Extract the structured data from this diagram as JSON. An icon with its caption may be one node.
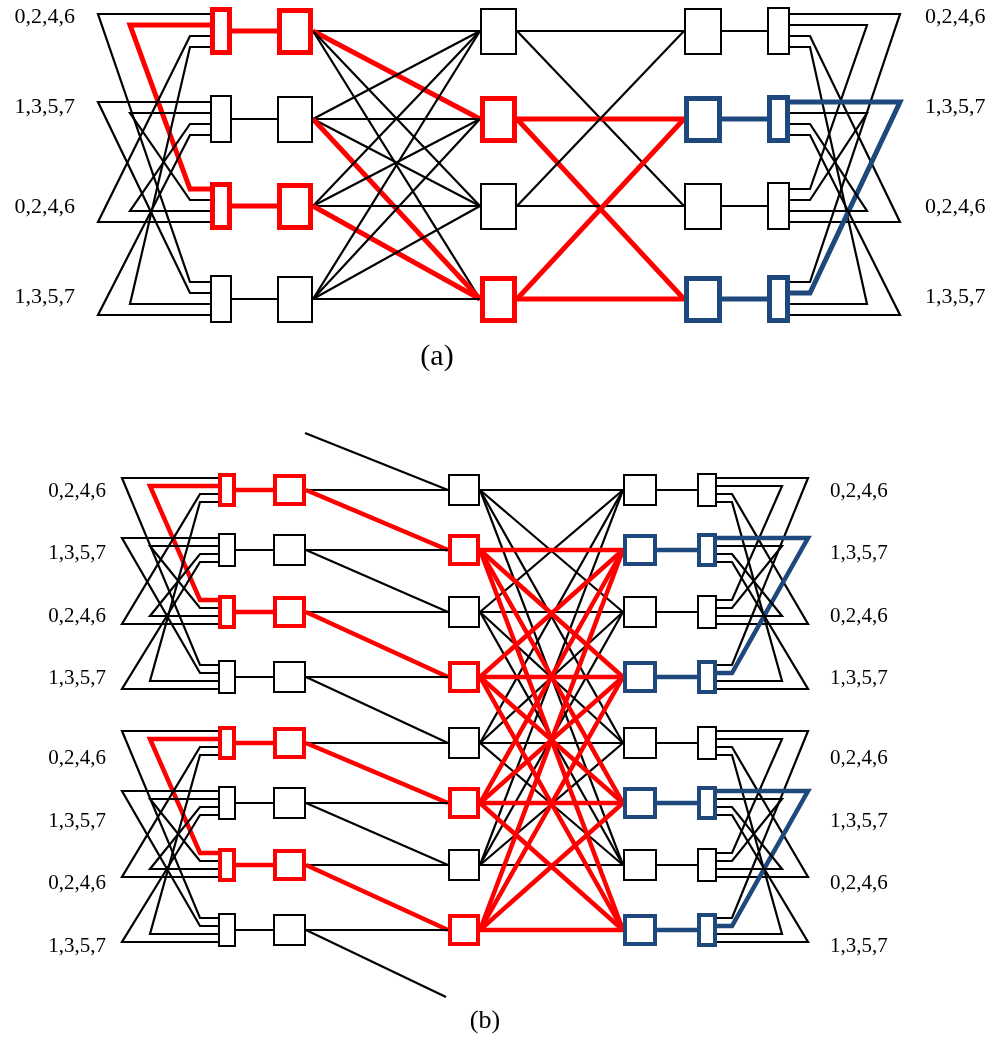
{
  "diagram": {
    "nodes": [
      {
        "text": [],
        "shape": "box"
      },
      {
        "text": [],
        "shape": "box"
      },
      {
        "text": [],
        "shape": "box"
      },
      {
        "text": [],
        "shape": "box"
      },
      {
        "text": [],
        "shape": "box"
      },
      {
        "text": [],
        "shape": "box"
      },
      {
        "text": [],
        "shape": "box"
      },
      {
        "text": [],
        "shape": "box"
      },
      {
        "text": [],
        "shape": "box"
      },
      {
        "text": [],
        "shape": "box"
      },
      {
        "text": [],
        "shape": "box"
      },
      {
        "text": [],
        "shape": "box"
      },
      {
        "text": [],
        "shape": "box"
      },
      {
        "text": [],
        "shape": "box"
      },
      {
        "text": [],
        "shape": "box"
      },
      {
        "text": [],
        "shape": "box"
      },
      {
        "text": [],
        "shape": "box"
      },
      {
        "text": [],
        "shape": "box"
      },
      {
        "text": [],
        "shape": "box"
      },
      {
        "text": [],
        "shape": "box"
      },
      {
        "text": [],
        "shape": "box"
      },
      {
        "text": [],
        "shape": "box"
      },
      {
        "text": [],
        "shape": "box"
      },
      {
        "text": [],
        "shape": "box"
      },
      {
        "text": [],
        "shape": "box"
      },
      {
        "text": [],
        "shape": "box"
      },
      {
        "text": [],
        "shape": "box"
      },
      {
        "text": [],
        "shape": "box"
      },
      {
        "text": [],
        "shape": "box"
      },
      {
        "text": [],
        "shape": "box"
      },
      {
        "text": [],
        "shape": "box"
      },
      {
        "text": [],
        "shape": "box"
      },
      {
        "text": [],
        "shape": "box"
      },
      {
        "text": [],
        "shape": "box"
      },
      {
        "text": [],
        "shape": "box"
      },
      {
        "text": [],
        "shape": "box"
      },
      {
        "text": [],
        "shape": "box"
      },
      {
        "text": [],
        "shape": "box"
      },
      {
        "text": [],
        "shape": "box"
      },
      {
        "text": [],
        "shape": "box"
      },
      {
        "text": [],
        "shape": "box"
      },
      {
        "text": [],
        "shape": "box"
      },
      {
        "text": [],
        "shape": "box"
      },
      {
        "text": [],
        "shape": "box"
      },
      {
        "text": [],
        "shape": "box"
      },
      {
        "text": [],
        "shape": "box"
      },
      {
        "text": [],
        "shape": "box"
      },
      {
        "text": [],
        "shape": "box"
      },
      {
        "text": [],
        "shape": "box"
      },
      {
        "text": [],
        "shape": "box"
      },
      {
        "text": [],
        "shape": "box"
      },
      {
        "text": [],
        "shape": "box"
      },
      {
        "text": [],
        "shape": "box"
      },
      {
        "text": [],
        "shape": "box"
      },
      {
        "text": [],
        "shape": "box"
      },
      {
        "text": [],
        "shape": "box"
      },
      {
        "text": [],
        "shape": "box"
      },
      {
        "text": [],
        "shape": "box"
      },
      {
        "text": [],
        "shape": "box"
      },
      {
        "text": [],
        "shape": "box"
      }
    ],
    "edges": [
      {
        "from": 0,
        "to": 4,
        "arrow": "none",
        "style": "thick",
        "color": "#ff0000"
      },
      {
        "from": 1,
        "to": 5,
        "arrow": "none"
      },
      {
        "from": 2,
        "to": 6,
        "arrow": "none",
        "style": "thick",
        "color": "#ff0000"
      },
      {
        "from": 3,
        "to": 7,
        "arrow": "none"
      },
      {
        "from": 4,
        "to": 8,
        "arrow": "none"
      },
      {
        "from": 4,
        "to": 9,
        "arrow": "none",
        "style": "thick",
        "color": "#ff0000"
      },
      {
        "from": 4,
        "to": 10,
        "arrow": "none"
      },
      {
        "from": 4,
        "to": 11,
        "arrow": "none"
      },
      {
        "from": 5,
        "to": 8,
        "arrow": "none"
      },
      {
        "from": 5,
        "to": 9,
        "arrow": "none"
      },
      {
        "from": 5,
        "to": 10,
        "arrow": "none"
      },
      {
        "from": 5,
        "to": 11,
        "arrow": "none",
        "style": "thick",
        "color": "#ff0000"
      },
      {
        "from": 6,
        "to": 8,
        "arrow": "none"
      },
      {
        "from": 6,
        "to": 9,
        "arrow": "none"
      },
      {
        "from": 6,
        "to": 10,
        "arrow": "none"
      },
      {
        "from": 6,
        "to": 11,
        "arrow": "none",
        "style": "thick",
        "color": "#ff0000"
      },
      {
        "from": 7,
        "to": 8,
        "arrow": "none"
      },
      {
        "from": 7,
        "to": 9,
        "arrow": "none"
      },
      {
        "from": 7,
        "to": 10,
        "arrow": "none"
      },
      {
        "from": 7,
        "to": 11,
        "arrow": "none"
      },
      {
        "from": 8,
        "to": 12,
        "arrow": "none"
      },
      {
        "from": 8,
        "to": 14,
        "arrow": "none"
      },
      {
        "from": 9,
        "to": 13,
        "arrow": "none",
        "style": "thick",
        "color": "#ff0000"
      },
      {
        "from": 9,
        "to": 15,
        "arrow": "none",
        "style": "thick",
        "color": "#ff0000"
      },
      {
        "from": 10,
        "to": 12,
        "arrow": "none"
      },
      {
        "from": 10,
        "to": 14,
        "arrow": "none"
      },
      {
        "from": 11,
        "to": 13,
        "arrow": "none",
        "style": "thick",
        "color": "#ff0000"
      },
      {
        "from": 11,
        "to": 15,
        "arrow": "none",
        "style": "thick",
        "color": "#ff0000"
      },
      {
        "from": 12,
        "to": 16,
        "arrow": "none"
      },
      {
        "from": 13,
        "to": 17,
        "arrow": "none",
        "style": "thick",
        "color": "#1f497d"
      },
      {
        "from": 14,
        "to": 18,
        "arrow": "none"
      },
      {
        "from": 15,
        "to": 19,
        "arrow": "none",
        "style": "thick",
        "color": "#1f497d"
      },
      {
        "from": 0,
        "to": 3,
        "arrow": "none"
      },
      {
        "from": 0,
        "to": 2,
        "arrow": "none",
        "style": "thick",
        "color": "#ff0000"
      },
      {
        "from": 0,
        "to": 2,
        "arrow": "none"
      },
      {
        "from": 0,
        "to": 3,
        "arrow": "none"
      },
      {
        "from": 1,
        "to": 3,
        "arrow": "none"
      },
      {
        "from": 1,
        "to": 2,
        "arrow": "none"
      },
      {
        "from": 1,
        "to": 2,
        "arrow": "none"
      },
      {
        "from": 1,
        "to": 3,
        "arrow": "none"
      },
      {
        "from": 16,
        "to": 19,
        "arrow": "none"
      },
      {
        "from": 16,
        "to": 18,
        "arrow": "none"
      },
      {
        "from": 16,
        "to": 18,
        "arrow": "none"
      },
      {
        "from": 16,
        "to": 19,
        "arrow": "none"
      },
      {
        "from": 17,
        "to": 19,
        "arrow": "none",
        "style": "thick",
        "color": "#1f497d"
      },
      {
        "from": 17,
        "to": 18,
        "arrow": "none"
      },
      {
        "from": 17,
        "to": 18,
        "arrow": "none"
      },
      {
        "from": 17,
        "to": 19,
        "arrow": "none"
      },
      {
        "from": 20,
        "to": 28,
        "arrow": "none",
        "style": "thick",
        "color": "#ff0000"
      },
      {
        "from": 21,
        "to": 29,
        "arrow": "none"
      },
      {
        "from": 22,
        "to": 30,
        "arrow": "none",
        "style": "thick",
        "color": "#ff0000"
      },
      {
        "from": 23,
        "to": 31,
        "arrow": "none"
      },
      {
        "from": 24,
        "to": 32,
        "arrow": "none",
        "style": "thick",
        "color": "#ff0000"
      },
      {
        "from": 25,
        "to": 33,
        "arrow": "none"
      },
      {
        "from": 26,
        "to": 34,
        "arrow": "none",
        "style": "thick",
        "color": "#ff0000"
      },
      {
        "from": 27,
        "to": 35,
        "arrow": "none"
      },
      {
        "from": null,
        "to": 36,
        "arrow": "none"
      },
      {
        "from": 28,
        "to": 36,
        "arrow": "none"
      },
      {
        "from": 28,
        "to": 37,
        "arrow": "none",
        "style": "thick",
        "color": "#ff0000"
      },
      {
        "from": 29,
        "to": 37,
        "arrow": "none"
      },
      {
        "from": 29,
        "to": 38,
        "arrow": "none"
      },
      {
        "from": 30,
        "to": 38,
        "arrow": "none"
      },
      {
        "from": 30,
        "to": 39,
        "arrow": "none",
        "style": "thick",
        "color": "#ff0000"
      },
      {
        "from": 31,
        "to": 39,
        "arrow": "none"
      },
      {
        "from": 31,
        "to": 40,
        "arrow": "none"
      },
      {
        "from": 32,
        "to": 40,
        "arrow": "none"
      },
      {
        "from": 32,
        "to": 41,
        "arrow": "none",
        "style": "thick",
        "color": "#ff0000"
      },
      {
        "from": 33,
        "to": 41,
        "arrow": "none"
      },
      {
        "from": 33,
        "to": 42,
        "arrow": "none"
      },
      {
        "from": 34,
        "to": 42,
        "arrow": "none"
      },
      {
        "from": 34,
        "to": 43,
        "arrow": "none",
        "style": "thick",
        "color": "#ff0000"
      },
      {
        "from": 35,
        "to": 43,
        "arrow": "none"
      },
      {
        "from": 35,
        "to": null,
        "arrow": "none"
      },
      {
        "from": 36,
        "to": 44,
        "arrow": "none"
      },
      {
        "from": 36,
        "to": 46,
        "arrow": "none"
      },
      {
        "from": 36,
        "to": 48,
        "arrow": "none"
      },
      {
        "from": 36,
        "to": 50,
        "arrow": "none"
      },
      {
        "from": 38,
        "to": 44,
        "arrow": "none"
      },
      {
        "from": 38,
        "to": 46,
        "arrow": "none"
      },
      {
        "from": 38,
        "to": 48,
        "arrow": "none"
      },
      {
        "from": 38,
        "to": 50,
        "arrow": "none"
      },
      {
        "from": 40,
        "to": 44,
        "arrow": "none"
      },
      {
        "from": 40,
        "to": 46,
        "arrow": "none"
      },
      {
        "from": 40,
        "to": 48,
        "arrow": "none"
      },
      {
        "from": 40,
        "to": 50,
        "arrow": "none"
      },
      {
        "from": 42,
        "to": 44,
        "arrow": "none"
      },
      {
        "from": 42,
        "to": 46,
        "arrow": "none"
      },
      {
        "from": 42,
        "to": 48,
        "arrow": "none"
      },
      {
        "from": 42,
        "to": 50,
        "arrow": "none"
      },
      {
        "from": 37,
        "to": 45,
        "arrow": "none",
        "style": "thick",
        "color": "#ff0000"
      },
      {
        "from": 37,
        "to": 47,
        "arrow": "none",
        "style": "thick",
        "color": "#ff0000"
      },
      {
        "from": 37,
        "to": 49,
        "arrow": "none",
        "style": "thick",
        "color": "#ff0000"
      },
      {
        "from": 37,
        "to": 51,
        "arrow": "none",
        "style": "thick",
        "color": "#ff0000"
      },
      {
        "from": 39,
        "to": 45,
        "arrow": "none",
        "style": "thick",
        "color": "#ff0000"
      },
      {
        "from": 39,
        "to": 47,
        "arrow": "none",
        "style": "thick",
        "color": "#ff0000"
      },
      {
        "from": 39,
        "to": 49,
        "arrow": "none",
        "style": "thick",
        "color": "#ff0000"
      },
      {
        "from": 39,
        "to": 51,
        "arrow": "none",
        "style": "thick",
        "color": "#ff0000"
      },
      {
        "from": 41,
        "to": 45,
        "arrow": "none",
        "style": "thick",
        "color": "#ff0000"
      },
      {
        "from": 41,
        "to": 47,
        "arrow": "none",
        "style": "thick",
        "color": "#ff0000"
      },
      {
        "from": 41,
        "to": 49,
        "arrow": "none",
        "style": "thick",
        "color": "#ff0000"
      },
      {
        "from": 41,
        "to": 51,
        "arrow": "none",
        "style": "thick",
        "color": "#ff0000"
      },
      {
        "from": 43,
        "to": 45,
        "arrow": "none",
        "style": "thick",
        "color": "#ff0000"
      },
      {
        "from": 43,
        "to": 47,
        "arrow": "none",
        "style": "thick",
        "color": "#ff0000"
      },
      {
        "from": 43,
        "to": 49,
        "arrow": "none",
        "style": "thick",
        "color": "#ff0000"
      },
      {
        "from": 43,
        "to": 51,
        "arrow": "none",
        "style": "thick",
        "color": "#ff0000"
      },
      {
        "from": 44,
        "to": 52,
        "arrow": "none"
      },
      {
        "from": 45,
        "to": 53,
        "arrow": "none",
        "style": "thick",
        "color": "#1f497d"
      },
      {
        "from": 46,
        "to": 54,
        "arrow": "none"
      },
      {
        "from": 47,
        "to": 55,
        "arrow": "none",
        "style": "thick",
        "color": "#1f497d"
      },
      {
        "from": 48,
        "to": 56,
        "arrow": "none"
      },
      {
        "from": 49,
        "to": 57,
        "arrow": "none",
        "style": "thick",
        "color": "#1f497d"
      },
      {
        "from": 50,
        "to": 58,
        "arrow": "none"
      },
      {
        "from": 51,
        "to": 59,
        "arrow": "none",
        "style": "thick",
        "color": "#1f497d"
      },
      {
        "from": 20,
        "to": 23,
        "arrow": "none"
      },
      {
        "from": 20,
        "to": 22,
        "arrow": "none",
        "style": "thick",
        "color": "#ff0000"
      },
      {
        "from": 20,
        "to": 22,
        "arrow": "none"
      },
      {
        "from": 20,
        "to": 23,
        "arrow": "none"
      },
      {
        "from": 21,
        "to": 23,
        "arrow": "none"
      },
      {
        "from": 21,
        "to": 22,
        "arrow": "none"
      },
      {
        "from": 21,
        "to": 22,
        "arrow": "none"
      },
      {
        "from": 21,
        "to": 23,
        "arrow": "none"
      },
      {
        "from": 24,
        "to": 27,
        "arrow": "none"
      },
      {
        "from": 24,
        "to": 26,
        "arrow": "none",
        "style": "thick",
        "color": "#ff0000"
      },
      {
        "from": 24,
        "to": 26,
        "arrow": "none"
      },
      {
        "from": 24,
        "to": 27,
        "arrow": "none"
      },
      {
        "from": 25,
        "to": 27,
        "arrow": "none"
      },
      {
        "from": 25,
        "to": 26,
        "arrow": "none"
      },
      {
        "from": 25,
        "to": 26,
        "arrow": "none"
      },
      {
        "from": 25,
        "to": 27,
        "arrow": "none"
      },
      {
        "from": 52,
        "to": 55,
        "arrow": "none"
      },
      {
        "from": 52,
        "to": 54,
        "arrow": "none"
      },
      {
        "from": 52,
        "to": 54,
        "arrow": "none"
      },
      {
        "from": 52,
        "to": 55,
        "arrow": "none"
      },
      {
        "from": 53,
        "to": 55,
        "arrow": "none",
        "style": "thick",
        "color": "#1f497d"
      },
      {
        "from": 53,
        "to": 54,
        "arrow": "none"
      },
      {
        "from": 53,
        "to": 54,
        "arrow": "none"
      },
      {
        "from": 53,
        "to": 55,
        "arrow": "none"
      },
      {
        "from": 56,
        "to": 59,
        "arrow": "none"
      },
      {
        "from": 56,
        "to": 58,
        "arrow": "none"
      },
      {
        "from": 56,
        "to": 58,
        "arrow": "none"
      },
      {
        "from": 56,
        "to": 59,
        "arrow": "none"
      },
      {
        "from": 57,
        "to": 59,
        "arrow": "none",
        "style": "thick",
        "color": "#1f497d"
      },
      {
        "from": 57,
        "to": 58,
        "arrow": "none"
      },
      {
        "from": 57,
        "to": 58,
        "arrow": "none"
      },
      {
        "from": 57,
        "to": 59,
        "arrow": "none"
      }
    ],
    "labels": [
      "0,2,4,6",
      "0,2,4,6",
      "1,3,5,7",
      "1,3,5,7",
      "0,2,4,6",
      "0,2,4,6",
      "1,3,5,7",
      "1,3,5,7",
      "(a)",
      "0,2,4,6",
      "0,2,4,6",
      "1,3,5,7",
      "1,3,5,7",
      "0,2,4,6",
      "0,2,4,6",
      "1,3,5,7",
      "1,3,5,7",
      "0,2,4,6",
      "0,2,4,6",
      "1,3,5,7",
      "1,3,5,7",
      "0,2,4,6",
      "0,2,4,6",
      "1,3,5,7",
      "1,3,5,7",
      "(b)"
    ]
  }
}
